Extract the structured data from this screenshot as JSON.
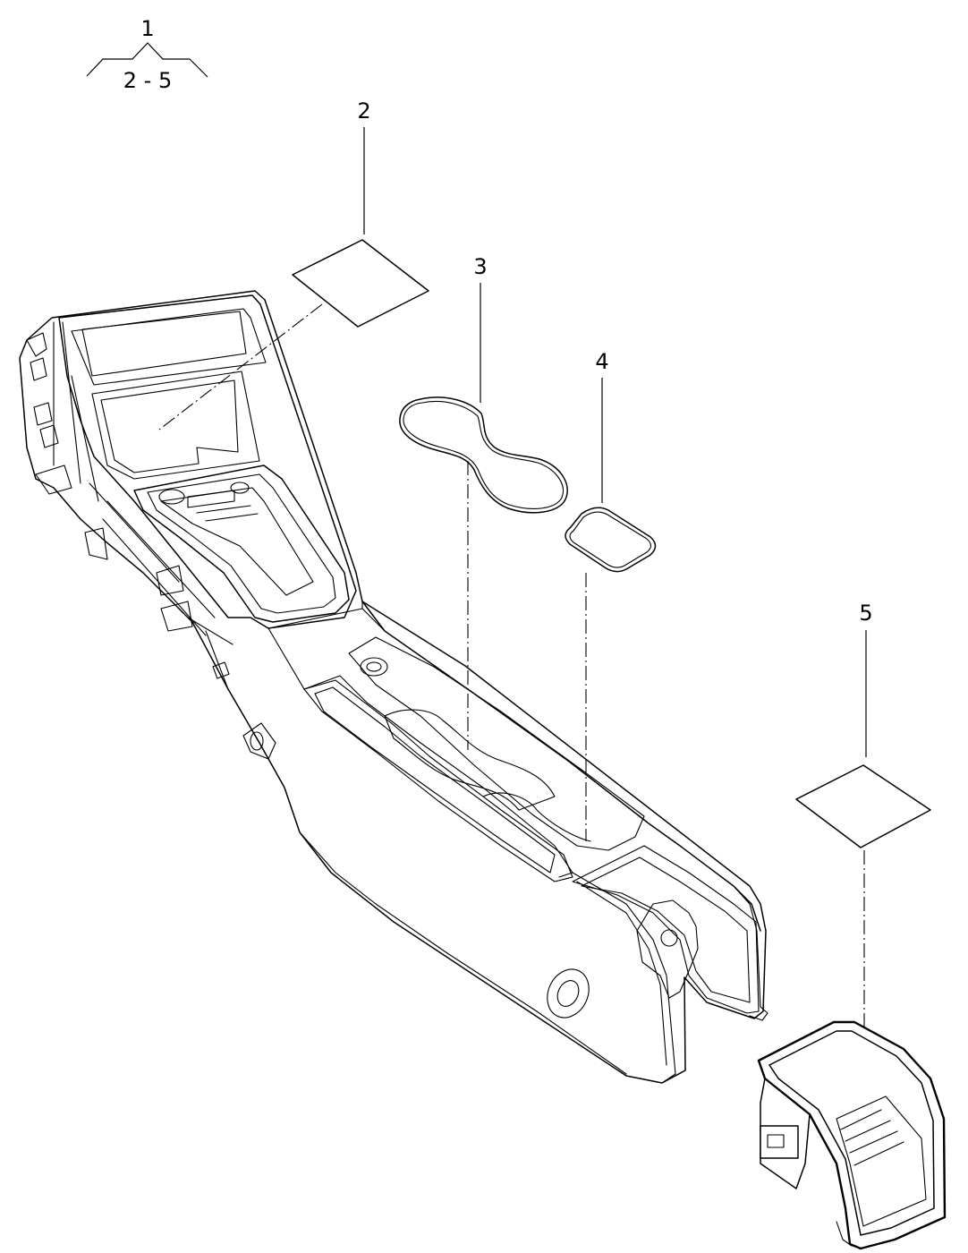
{
  "callouts": {
    "group_top": "1",
    "group_range": "2  -  5",
    "part_2": "2",
    "part_3": "3",
    "part_4": "4",
    "part_5": "5"
  }
}
